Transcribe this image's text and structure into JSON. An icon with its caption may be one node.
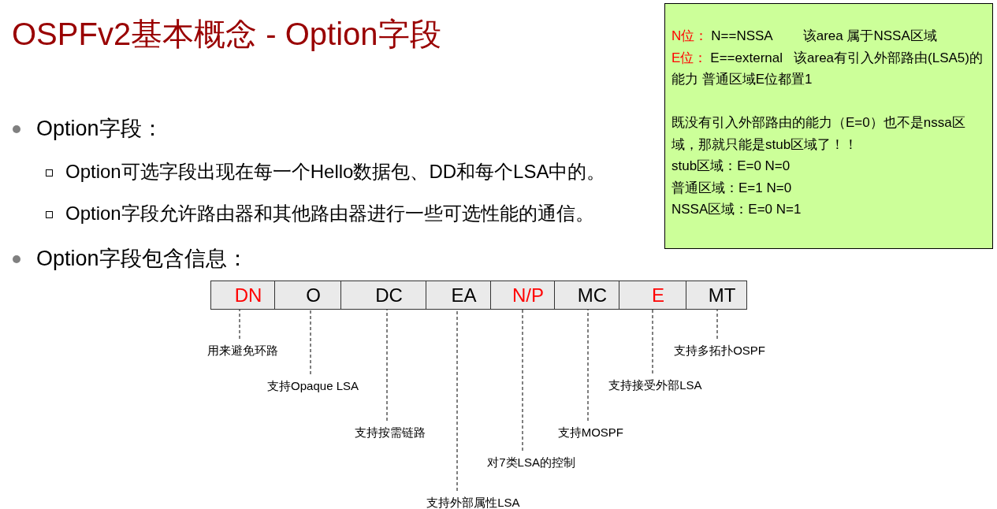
{
  "diagram": {
    "title": "OSPFv2基本概念 - Option字段",
    "nodes": [
      {
        "text": [
          "N位：",
          "N==NSSA",
          "该area 属于NSSA区域",
          "E位：",
          "E==external",
          "该area有引入外部路由(LSA5)的能力 普通区域E位都置1",
          "既没有引入外部路由的能力（E=0）也不是nssa区域，那就只能是stub区域了！！",
          "stub区域：E=0 N=0",
          "普通区域：E=1 N=0",
          "NSSA区域：E=0 N=1"
        ]
      },
      {
        "text": [
          "DN"
        ]
      },
      {
        "text": [
          "O"
        ]
      },
      {
        "text": [
          "DC"
        ]
      },
      {
        "text": [
          "EA"
        ]
      },
      {
        "text": [
          "N/P"
        ]
      },
      {
        "text": [
          "MC"
        ]
      },
      {
        "text": [
          "E"
        ]
      },
      {
        "text": [
          "MT"
        ]
      },
      {
        "text": [
          "用来避免环路"
        ]
      },
      {
        "text": [
          "支持Opaque LSA"
        ]
      },
      {
        "text": [
          "支持按需链路"
        ]
      },
      {
        "text": [
          "支持外部属性LSA"
        ]
      },
      {
        "text": [
          "对7类LSA的控制"
        ]
      },
      {
        "text": [
          "支持MOSPF"
        ]
      },
      {
        "text": [
          "支持接受外部LSA"
        ]
      },
      {
        "text": [
          "支持多拓扑OSPF"
        ]
      }
    ],
    "edges": [
      {
        "from": 9,
        "to": 1,
        "arrow": "none",
        "style": "dashed"
      },
      {
        "from": 10,
        "to": 2,
        "arrow": "none",
        "style": "dashed"
      },
      {
        "from": 11,
        "to": 3,
        "arrow": "none",
        "style": "dashed"
      },
      {
        "from": 12,
        "to": 4,
        "arrow": "none",
        "style": "dashed"
      },
      {
        "from": 13,
        "to": 5,
        "arrow": "none",
        "style": "dashed"
      },
      {
        "from": 14,
        "to": 6,
        "arrow": "none",
        "style": "dashed"
      },
      {
        "from": 15,
        "to": 7,
        "arrow": "none",
        "style": "dashed"
      },
      {
        "from": 16,
        "to": 8,
        "arrow": "none",
        "style": "dashed"
      }
    ],
    "labels": [
      "Option字段：",
      "Option可选字段出现在每一个Hello数据包、DD和每个LSA中的。",
      "Option字段允许路由器和其他路由器进行一些可选性能的通信。",
      "Option字段包含信息："
    ]
  }
}
